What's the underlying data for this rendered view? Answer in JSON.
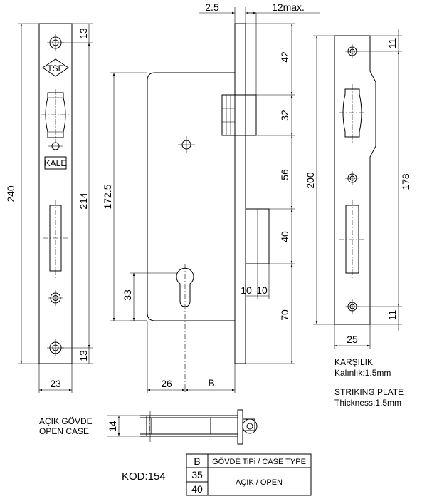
{
  "dimensions": {
    "overall_height": "240",
    "hole_spacing": "214",
    "top_hole_offset": "13",
    "bottom_hole_offset": "13",
    "faceplate_width": "23",
    "faceplate_thickness": "2.5",
    "bolt_projection": "12max.",
    "bolt_top": "42",
    "bolt_height": "32",
    "bolt_to_latch": "56",
    "latch_height": "40",
    "latch_to_bottom": "70",
    "latch_w1": "10",
    "latch_w2": "10",
    "body_height": "172.5",
    "keyhole_offset": "33",
    "backset_body": "26",
    "backset": "B",
    "strike_height": "200",
    "strike_hole_spacing": "178",
    "strike_top": "11",
    "strike_bottom": "11",
    "strike_width": "25",
    "open_case_thickness": "14"
  },
  "logos": {
    "tse": "TSE",
    "kale": "KALE"
  },
  "notes": {
    "strike_tr": "KARŞILIK",
    "thickness_tr": "Kalınlık:1.5mm",
    "strike_en": "STRIKING PLATE",
    "thickness_en": "Thickness:1.5mm",
    "open_case_tr": "AÇIK GÖVDE",
    "open_case_en": "OPEN CASE"
  },
  "table": {
    "code": "KOD:154",
    "headers": [
      "B",
      "GÖVDE TiPi / CASE TYPE"
    ],
    "b_values": [
      "35",
      "40"
    ],
    "case_type": "AÇIK / OPEN"
  }
}
